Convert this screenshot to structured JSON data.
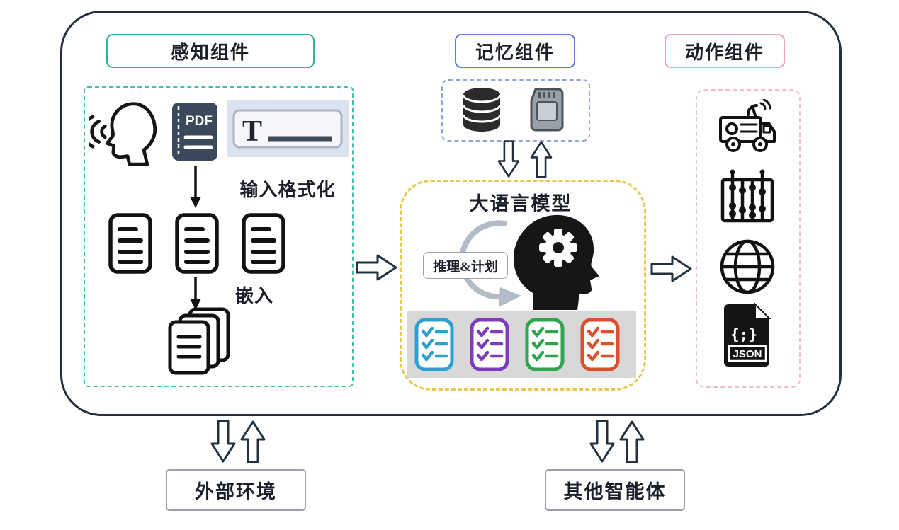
{
  "diagram": {
    "perception": {
      "title": "感知组件",
      "format_label": "输入格式化",
      "embed_label": "嵌入",
      "pdf_label": "PDF",
      "text_glyph": "T"
    },
    "memory": {
      "title": "记忆组件"
    },
    "action": {
      "title": "动作组件"
    },
    "llm": {
      "title": "大语言模型",
      "reasoning_label": "推理&计划"
    },
    "json_icon": {
      "braces": "{;}",
      "label": "JSON"
    },
    "bottom": {
      "external_label": "外部环境",
      "agents_label": "其他智能体"
    }
  },
  "colors": {
    "outline": "#22303f",
    "teal": "#2eb398",
    "tealdash": "#43c0a6",
    "blue": "#5b7fc9",
    "bluedash": "#8fa6d8",
    "pink": "#f0a3b6",
    "pinkdash": "#f5bcc8",
    "yellowdash": "#e9c94d",
    "band": "#d8d8d8",
    "chkblue": "#2f9fd0",
    "chkpurple": "#7d3cbd",
    "chkgreen": "#2ea44f",
    "chkred": "#d9502c"
  }
}
